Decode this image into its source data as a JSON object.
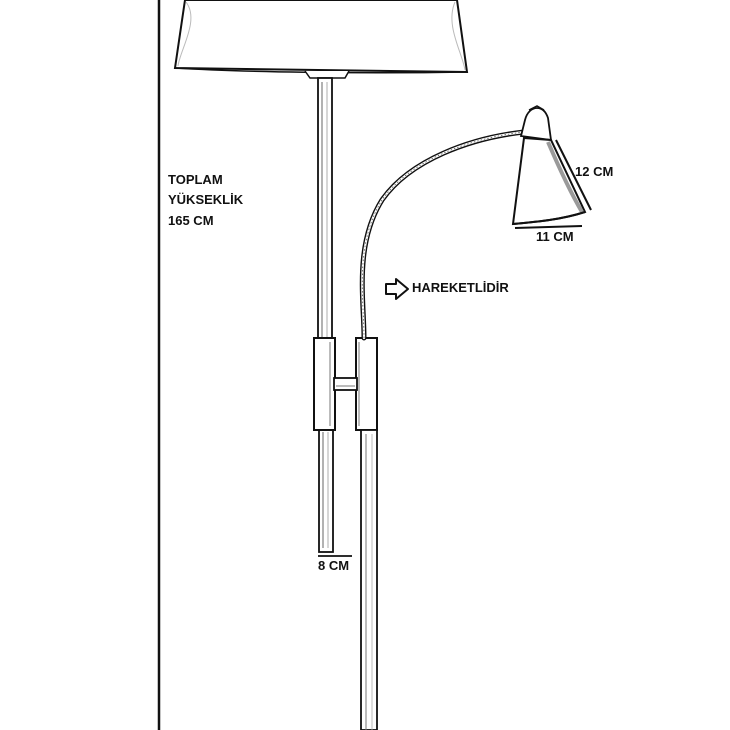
{
  "labels": {
    "total_height_line1": "TOPLAM",
    "total_height_line2": "YÜKSEKLİK",
    "total_height_line3": "165 CM",
    "movable": "HAREKETLİDİR",
    "reading_shade_height": "12 CM",
    "reading_shade_width": "11 CM",
    "base_width": "8 CM"
  },
  "icons": {
    "movable_indicator": "arrow-right-outline-icon"
  },
  "colors": {
    "line": "#111111",
    "background": "#ffffff",
    "shade_shading": "#9a9a9a"
  }
}
